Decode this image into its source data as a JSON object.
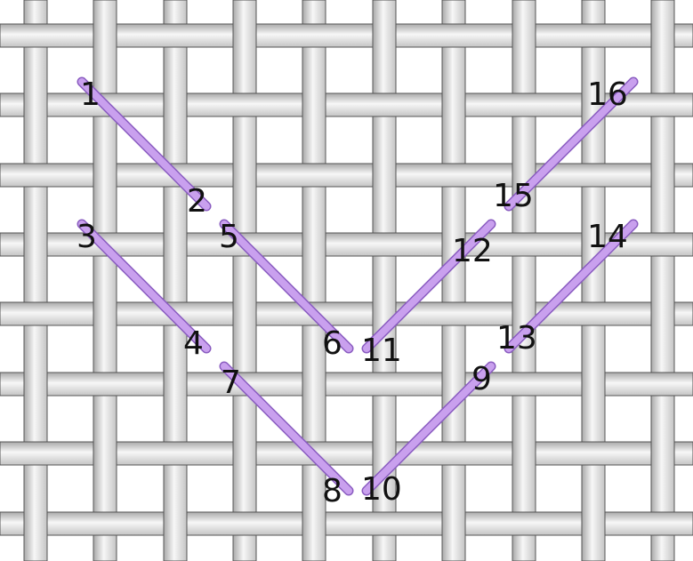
{
  "colors": {
    "background": "#ffffff",
    "thread_light": "#f7f7f7",
    "thread_mid": "#d9d9d9",
    "thread_dark": "#a9a9a9",
    "thread_outline": "#555555",
    "stitch": "#c9a0ee",
    "stitch_edge": "#8a5cc0",
    "label": "#111111"
  },
  "canvas": {
    "vertical_thread_count": 10,
    "horizontal_thread_count": 8
  },
  "stitches": [
    {
      "from": "1",
      "to": "2"
    },
    {
      "from": "3",
      "to": "4"
    },
    {
      "from": "5",
      "to": "6"
    },
    {
      "from": "7",
      "to": "8"
    },
    {
      "from": "10",
      "to": "9"
    },
    {
      "from": "11",
      "to": "12"
    },
    {
      "from": "13",
      "to": "14"
    },
    {
      "from": "15",
      "to": "16"
    }
  ],
  "labels": [
    "1",
    "2",
    "3",
    "4",
    "5",
    "6",
    "7",
    "8",
    "9",
    "10",
    "11",
    "12",
    "13",
    "14",
    "15",
    "16"
  ]
}
